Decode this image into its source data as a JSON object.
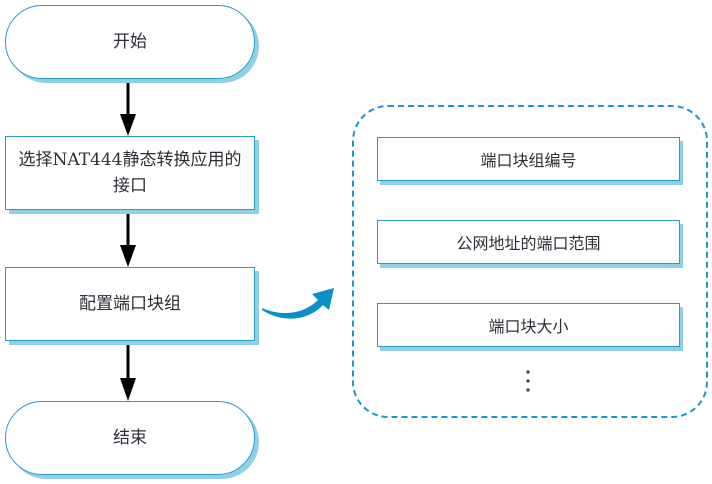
{
  "flow": {
    "start": "开始",
    "step1": "选择NAT444静态转换应用的接口",
    "step2": "配置端口块组",
    "end": "结束"
  },
  "port_block_group": {
    "items": [
      "端口块组编号",
      "公网地址的端口范围",
      "端口块大小"
    ],
    "more": "⋮"
  },
  "colors": {
    "border": "#2a9ac8",
    "shadow": "#8fd0e8",
    "dashed": "#1b96c8",
    "arrow": "#0a90c8",
    "flow_arrow": "#000000"
  }
}
